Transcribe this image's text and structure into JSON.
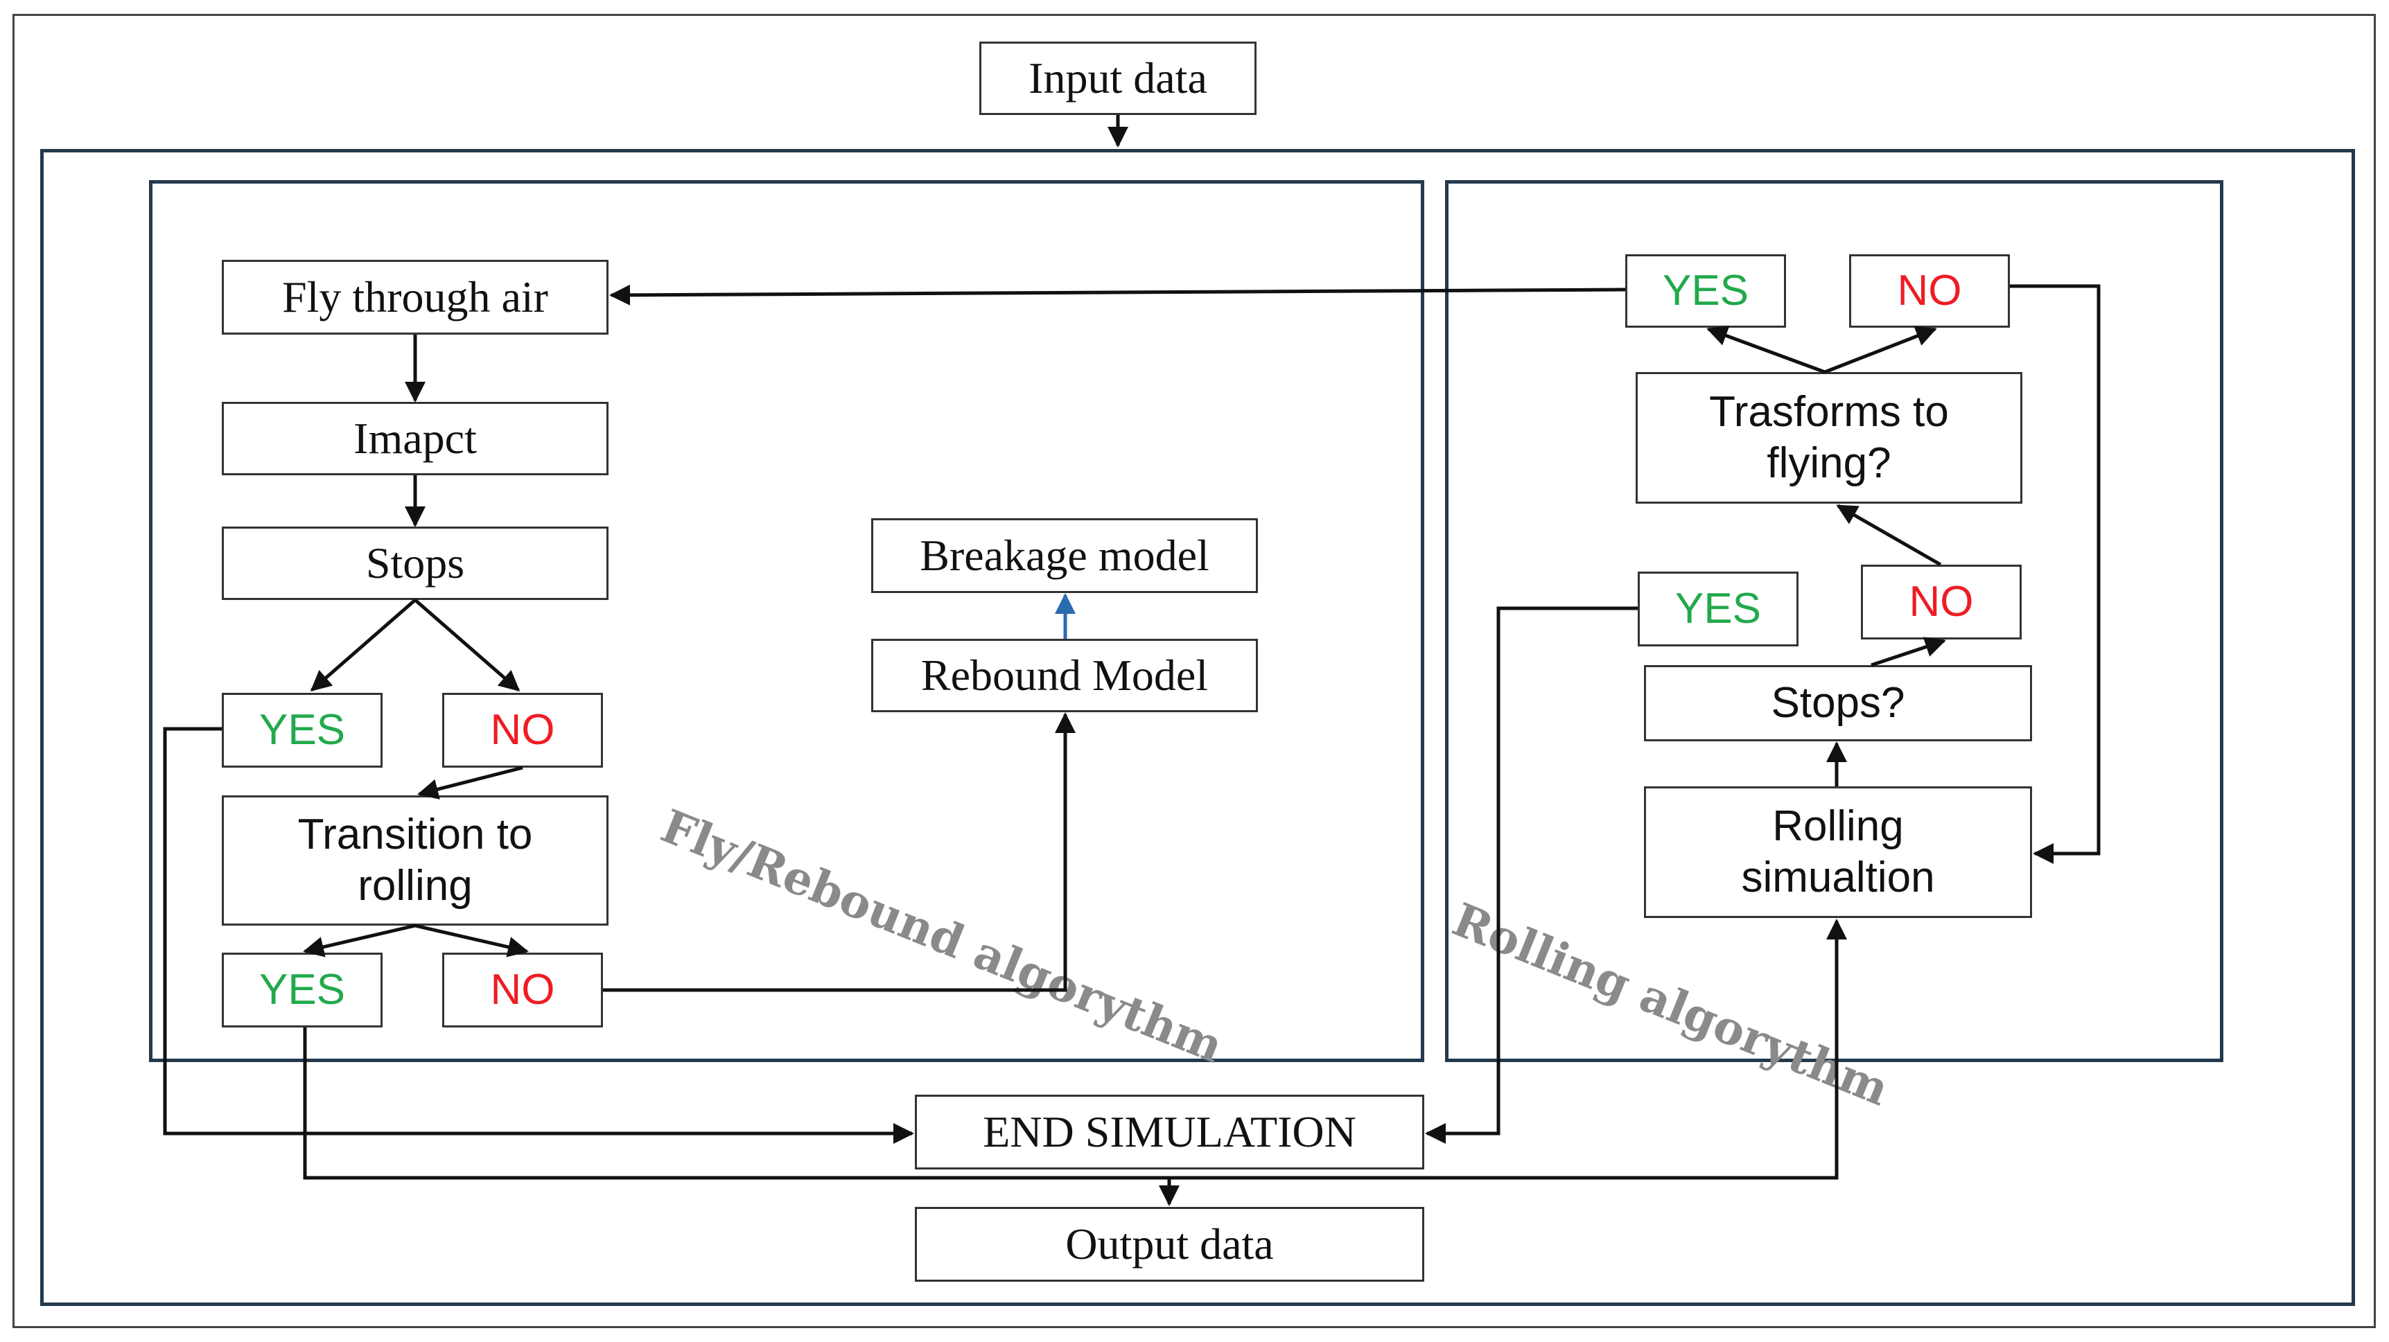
{
  "colors": {
    "container_border": "#23394d",
    "box_border": "#333333",
    "yes_text": "#22a94b",
    "no_text": "#ef1c24",
    "arrow": "#111111",
    "blue_arrow": "#2a6bb0",
    "label_gray": "#8a8a8a"
  },
  "nodes": {
    "input_data": "Input data",
    "fly_through_air": "Fly through air",
    "impact": "Imapct",
    "stops": "Stops",
    "yes_1": "YES",
    "no_1": "NO",
    "transition": "Transition to\nrolling",
    "yes_2": "YES",
    "no_2": "NO",
    "breakage_model": "Breakage model",
    "rebound_model": "Rebound Model",
    "yes_r1": "YES",
    "no_r1": "NO",
    "transforms": "Trasforms to\nflying?",
    "yes_r2": "YES",
    "no_r2": "NO",
    "stops_q": "Stops?",
    "rolling_sim": "Rolling\nsimualtion",
    "end_sim": "END SIMULATION",
    "output_data": "Output data"
  },
  "labels": {
    "fly_rebound": "Fly/Rebound algorythm",
    "rolling": "Rolling algorythm"
  }
}
